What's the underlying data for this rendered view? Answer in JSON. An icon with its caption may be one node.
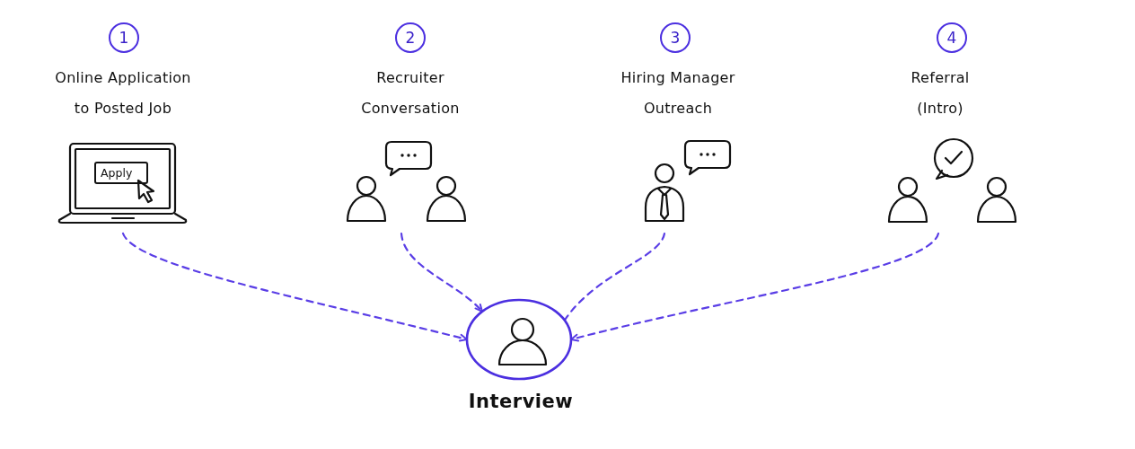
{
  "diagram": {
    "nodes": [
      {
        "text": [
          "1"
        ]
      },
      {
        "text": [
          "Online Application to Posted Job"
        ]
      },
      {
        "text": [
          "2"
        ]
      },
      {
        "text": [
          "Recruiter Conversation"
        ]
      },
      {
        "text": [
          "3"
        ]
      },
      {
        "text": [
          "Hiring Manager Outreach"
        ]
      },
      {
        "text": [
          "4"
        ]
      },
      {
        "text": [
          "Referral (Intro)"
        ]
      },
      {
        "text": [
          "Interview"
        ]
      }
    ],
    "edges": [
      {
        "from": 1,
        "to": 8,
        "arrow": "to",
        "style": "dashed"
      },
      {
        "from": 3,
        "to": 8,
        "arrow": "to",
        "style": "dashed"
      },
      {
        "from": 5,
        "to": 8,
        "arrow": "none",
        "style": "dashed"
      },
      {
        "from": 7,
        "to": 8,
        "arrow": "to",
        "style": "dashed"
      }
    ],
    "labels": [
      "Apply"
    ]
  }
}
